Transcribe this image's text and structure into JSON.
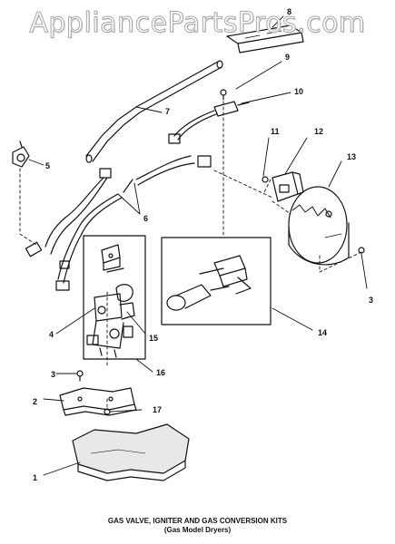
{
  "watermark": "AppliancePartsPros.com",
  "callouts": [
    "1",
    "2",
    "3",
    "3",
    "4",
    "5",
    "6",
    "7",
    "8",
    "9",
    "10",
    "11",
    "12",
    "13",
    "14",
    "15",
    "16",
    "17"
  ],
  "caption": {
    "line1": "GAS VALVE, IGNITER AND GAS CONVERSION KITS",
    "line2": "(Gas Model Dryers)"
  }
}
